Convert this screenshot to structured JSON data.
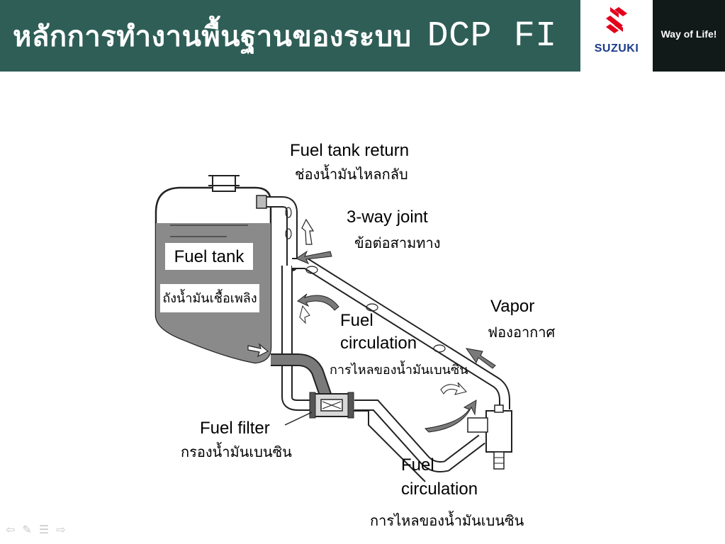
{
  "header": {
    "title_thai": "หลักการทำงานพื้นฐานของระบบ",
    "title_latin": "DCP FI",
    "brand": "SUZUKI",
    "tagline": "Way of Life!"
  },
  "labels": {
    "fuel_tank_return": "Fuel tank return",
    "fuel_tank_return_th": "ช่องน้ำมันไหลกลับ",
    "three_way_joint": "3-way joint",
    "three_way_joint_th": "ข้อต่อสามทาง",
    "fuel_tank": "Fuel tank",
    "fuel_tank_th": "ถังน้ำมันเชื้อเพลิง",
    "vapor": "Vapor",
    "vapor_th": "ฟองอากาศ",
    "fuel_circ1_line1": "Fuel",
    "fuel_circ1_line2": "circulation",
    "fuel_circ1_th": "การไหลของน้ำมันเบนซิน",
    "fuel_filter": "Fuel filter",
    "fuel_filter_th": "กรองน้ำมันเบนซิน",
    "fuel_circ2_line1": "Fuel",
    "fuel_circ2_line2": "circulation",
    "fuel_circ2_th": "การไหลของน้ำมันเบนซิน"
  },
  "nav": {
    "prev": "⇦",
    "pen": "✎",
    "menu": "☰",
    "next": "⇨"
  },
  "colors": {
    "header_bg": "#2f5e57",
    "fuel": "#7a7a7a",
    "brand_red": "#e3001b",
    "brand_blue": "#1b3b8a"
  }
}
